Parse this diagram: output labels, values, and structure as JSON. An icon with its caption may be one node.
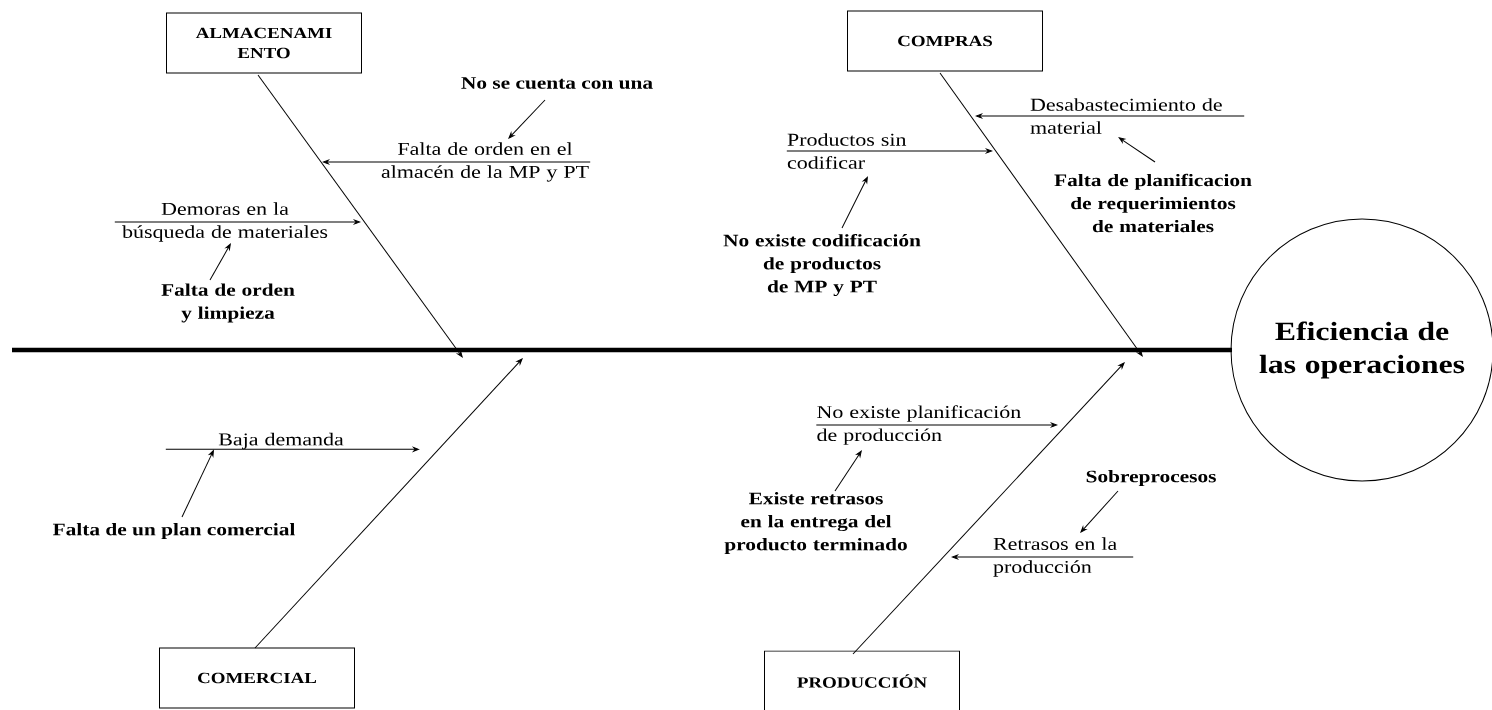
{
  "diagram": {
    "nodes": [
      {
        "text": [
          "ALMACENAMI ENTO"
        ]
      },
      {
        "text": [
          "COMPRAS"
        ]
      },
      {
        "text": [
          "No se cuenta con una"
        ]
      },
      {
        "text": [
          "Falta de orden en el almacén de la MP y PT"
        ]
      },
      {
        "text": [
          "Desabastecimiento de material"
        ]
      },
      {
        "text": [
          "Productos sin codificar"
        ]
      },
      {
        "text": [
          "Demoras en la búsqueda de materiales"
        ]
      },
      {
        "text": [
          "Falta de planificacion de requerimientos de materiales"
        ]
      },
      {
        "text": [
          "No existe codificación de productos de MP y PT"
        ]
      },
      {
        "text": [
          "Falta de orden y limpieza"
        ]
      },
      {
        "text": [
          "Eficiencia de las operaciones"
        ]
      },
      {
        "text": [
          "No existe planificación de producción"
        ]
      },
      {
        "text": [
          "Baja demanda"
        ]
      },
      {
        "text": [
          "Sobreprocesos"
        ]
      },
      {
        "text": [
          "Falta de un plan comercial"
        ]
      },
      {
        "text": [
          "Existe retrasos en la entrega del producto terminado"
        ]
      },
      {
        "text": [
          "Retrasos en la producción"
        ]
      },
      {
        "text": [
          "COMERCIAL"
        ]
      },
      {
        "text": [
          "PRODUCCIÓN"
        ]
      }
    ],
    "edges": [
      {
        "from": 0,
        "to": null,
        "arrow": "to"
      },
      {
        "from": 1,
        "to": null,
        "arrow": "to"
      },
      {
        "from": 17,
        "to": null,
        "arrow": "to"
      },
      {
        "from": 18,
        "to": null,
        "arrow": "to"
      },
      {
        "from": 3,
        "to": null,
        "arrow": "to"
      },
      {
        "from": 6,
        "to": null,
        "arrow": "to"
      },
      {
        "from": 5,
        "to": null,
        "arrow": "to"
      },
      {
        "from": 4,
        "to": null,
        "arrow": "to"
      },
      {
        "from": 12,
        "to": null,
        "arrow": "to"
      },
      {
        "from": 11,
        "to": null,
        "arrow": "to"
      },
      {
        "from": 16,
        "to": null,
        "arrow": "to"
      },
      {
        "from": 2,
        "to": 3,
        "arrow": "to"
      },
      {
        "from": 9,
        "to": 6,
        "arrow": "to"
      },
      {
        "from": 8,
        "to": 5,
        "arrow": "to"
      },
      {
        "from": 7,
        "to": 4,
        "arrow": "to"
      },
      {
        "from": 14,
        "to": 12,
        "arrow": "to"
      },
      {
        "from": 15,
        "to": 11,
        "arrow": "to"
      },
      {
        "from": 13,
        "to": 16,
        "arrow": "to"
      }
    ]
  }
}
